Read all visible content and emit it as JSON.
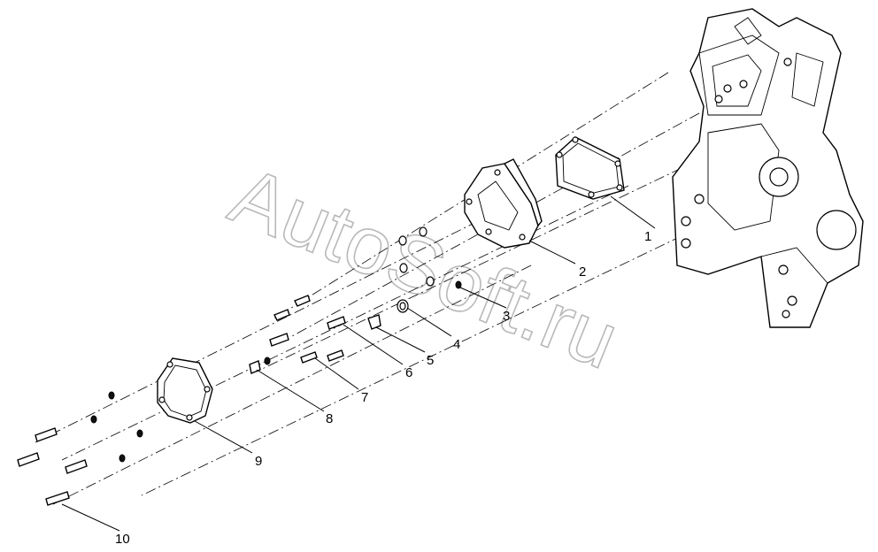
{
  "watermark": {
    "line1": "AutoSoft.ru"
  },
  "callouts": [
    {
      "id": "1",
      "label": "1"
    },
    {
      "id": "2",
      "label": "2"
    },
    {
      "id": "3",
      "label": "3"
    },
    {
      "id": "4",
      "label": "4"
    },
    {
      "id": "5",
      "label": "5"
    },
    {
      "id": "6",
      "label": "6"
    },
    {
      "id": "7",
      "label": "7"
    },
    {
      "id": "8",
      "label": "8"
    },
    {
      "id": "9",
      "label": "9"
    },
    {
      "id": "10",
      "label": "10"
    }
  ]
}
